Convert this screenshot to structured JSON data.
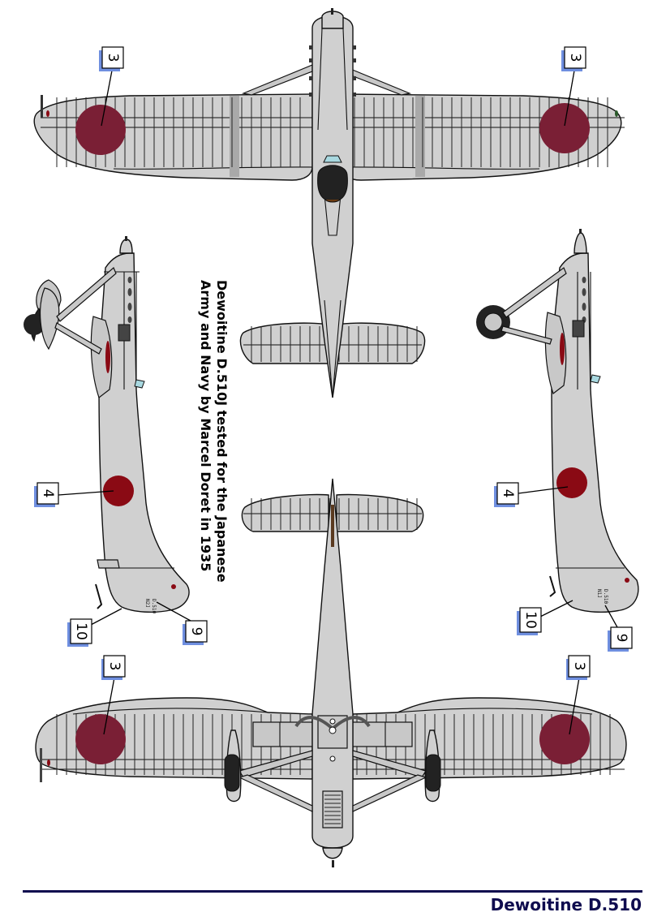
{
  "document": {
    "caption_line1": "Dewoitine D.510J tested for the Japanese",
    "caption_line2": "Army and Navy by Marcel Doret in 1935",
    "footer_title": "Dewoitine D.510"
  },
  "colors": {
    "aircraft_grey": "#d0d0d0",
    "hinomaru_wing": "#7a1f35",
    "hinomaru_fuselage": "#8a0a14",
    "callout_shadow": "#6f8fe0",
    "footer_navy": "#0f0c4f",
    "canopy_glass": "#a8d8e0"
  },
  "views": {
    "top_view": {
      "label": "upper-surface-plan-view"
    },
    "bottom_view": {
      "label": "lower-surface-plan-view"
    },
    "left_profile": {
      "label": "left-side-profile"
    },
    "right_profile": {
      "label": "right-side-profile"
    }
  },
  "callouts": {
    "top_left_wing": "3",
    "top_right_wing": "3",
    "bottom_left_wing": "3",
    "bottom_right_wing": "3",
    "left_profile_fuselage": "4",
    "left_profile_tail_serial": "9",
    "left_profile_tail_data": "10",
    "right_profile_fuselage": "4",
    "right_profile_tail_serial": "9",
    "right_profile_tail_data": "10"
  },
  "markings": {
    "left_profile_serial_line1": "D.510",
    "left_profile_serial_line2": "N2J",
    "right_profile_serial_line1": "D.510",
    "right_profile_serial_line2": "N1J"
  }
}
